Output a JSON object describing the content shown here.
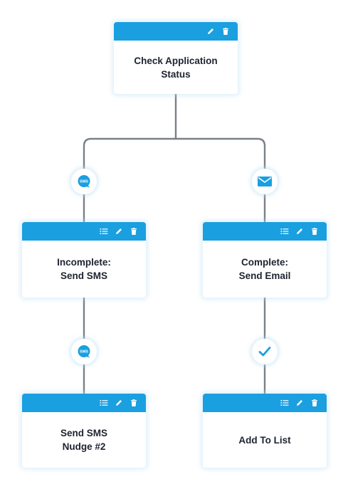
{
  "colors": {
    "accent": "#1a9fe0",
    "connector": "#7a8088",
    "text": "#1e2330"
  },
  "nodes": {
    "check_status": {
      "line1": "Check Application",
      "line2": "Status",
      "icons": [
        "pencil-icon",
        "trash-icon"
      ]
    },
    "incomplete": {
      "line1": "Incomplete:",
      "line2": "Send SMS",
      "icons": [
        "list-icon",
        "pencil-icon",
        "trash-icon"
      ]
    },
    "complete": {
      "line1": "Complete:",
      "line2": "Send Email",
      "icons": [
        "list-icon",
        "pencil-icon",
        "trash-icon"
      ]
    },
    "nudge": {
      "line1": "Send SMS",
      "line2": "Nudge #2",
      "icons": [
        "list-icon",
        "pencil-icon",
        "trash-icon"
      ]
    },
    "add_list": {
      "line1": "Add To List",
      "icons": [
        "list-icon",
        "pencil-icon",
        "trash-icon"
      ]
    }
  },
  "badges": {
    "sms_1": {
      "icon": "sms-icon",
      "label": "SMS"
    },
    "email": {
      "icon": "envelope-icon"
    },
    "sms_2": {
      "icon": "sms-icon",
      "label": "SMS"
    },
    "done": {
      "icon": "checkmark-icon"
    }
  }
}
